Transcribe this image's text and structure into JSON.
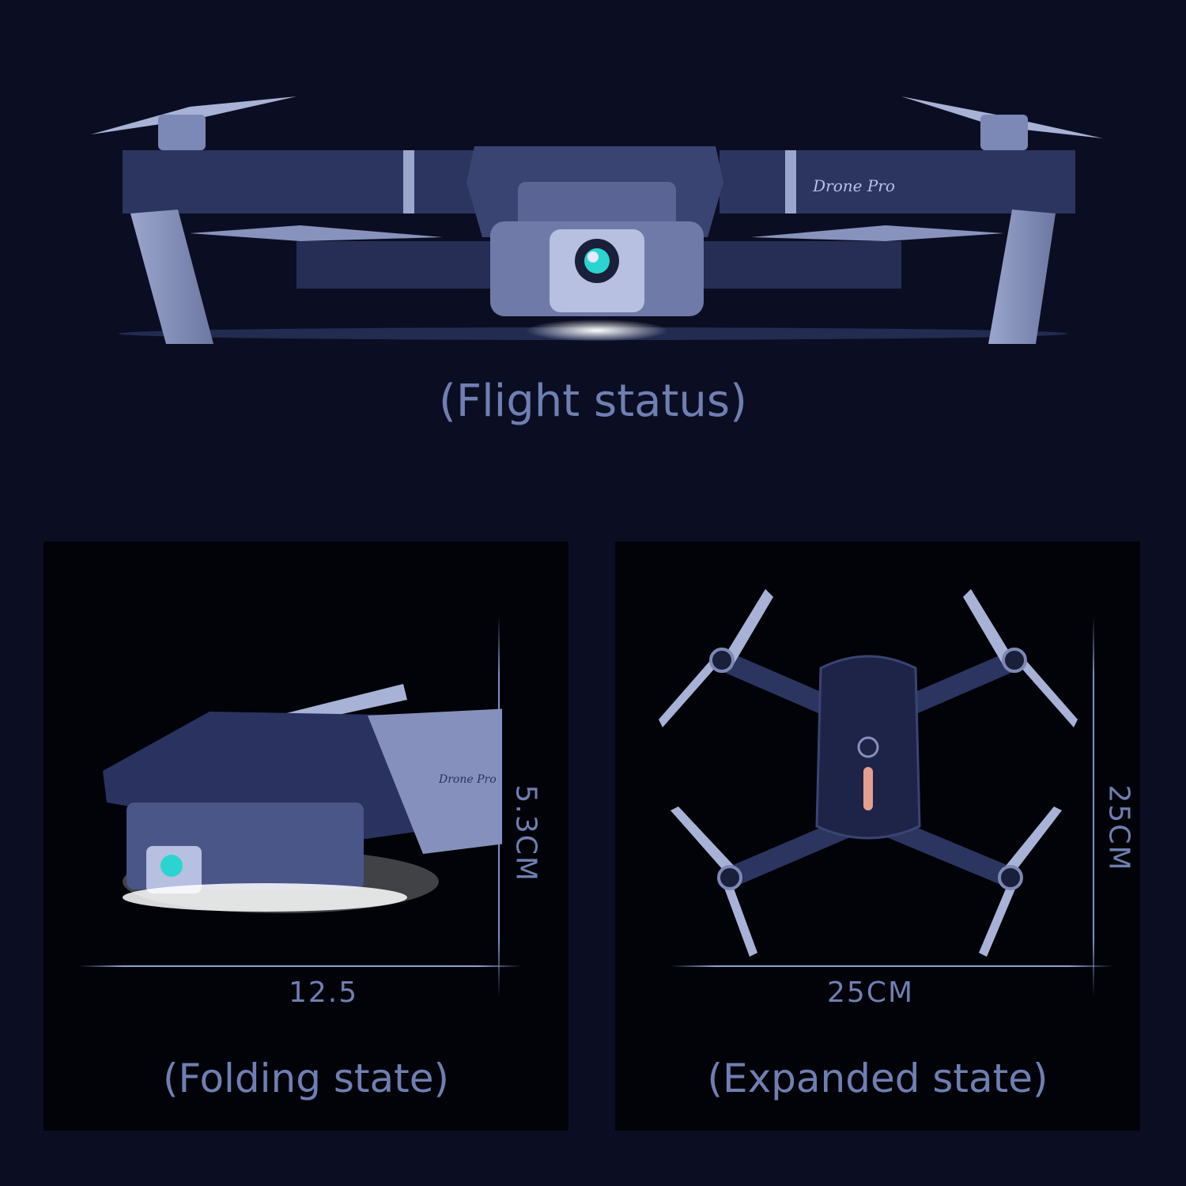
{
  "flight": {
    "caption": "(Flight status)",
    "brand": "Drone Pro"
  },
  "folding": {
    "caption": "(Folding state)",
    "width_label": "12.5",
    "height_label": "5.3CM",
    "brand": "Drone Pro"
  },
  "expanded": {
    "caption": "(Expanded state)",
    "width_label": "25CM",
    "height_label": "25CM"
  },
  "colors": {
    "background": "#0b0e22",
    "panel": "#020309",
    "text": "#6f7fb2",
    "drone_body": "#2c3560",
    "drone_highlight": "#a9b4d8"
  }
}
